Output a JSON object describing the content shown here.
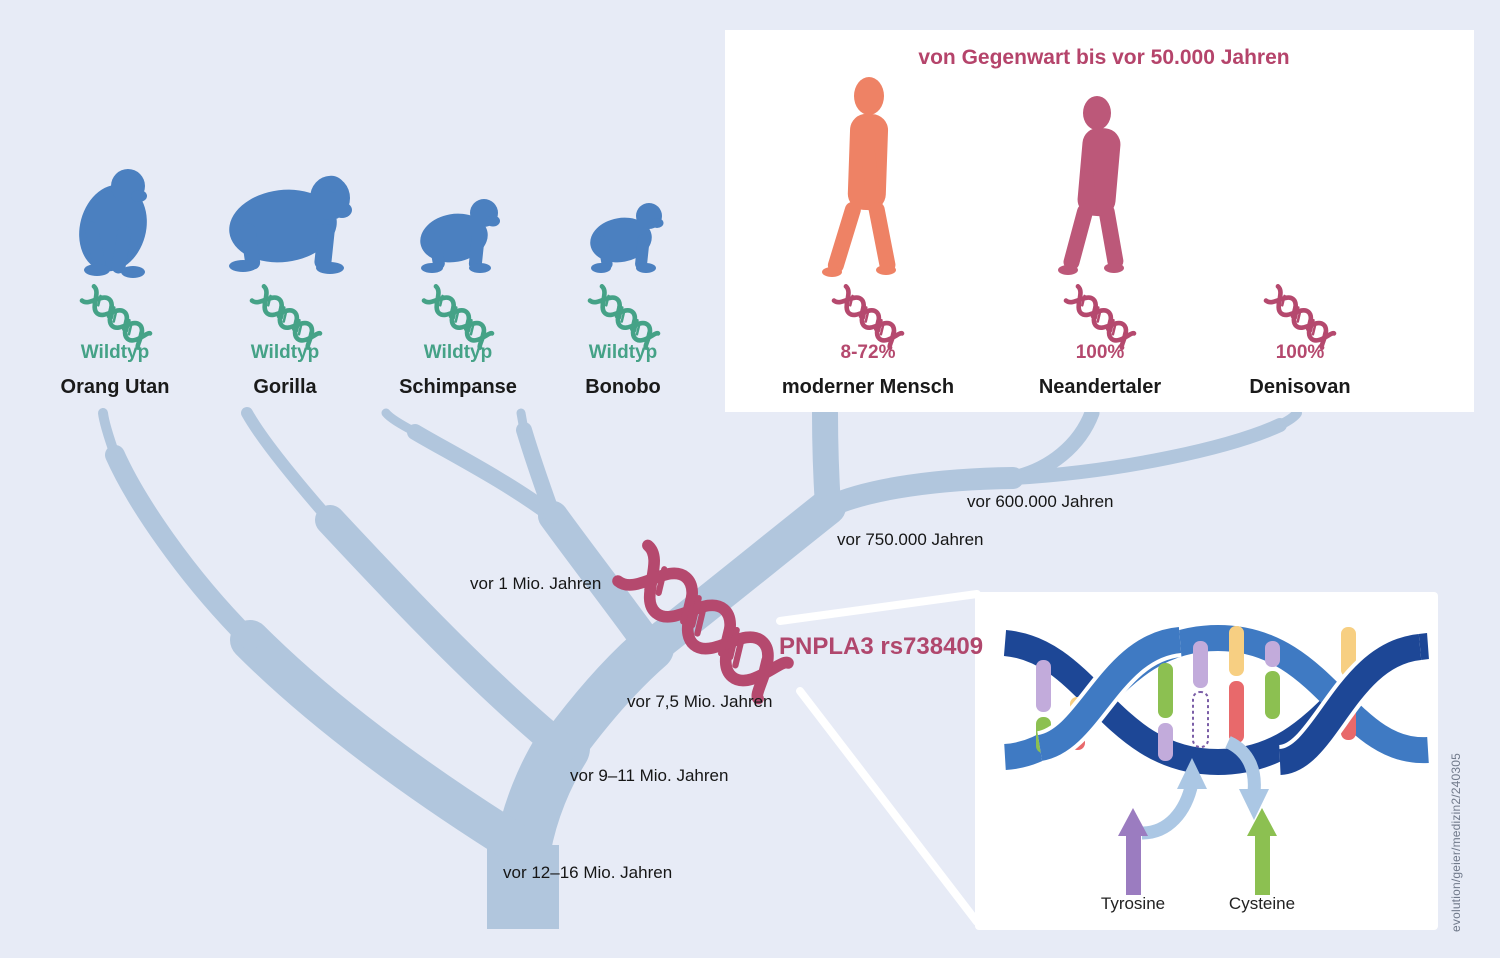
{
  "palette": {
    "background": "#e7ebf6",
    "tree_branch": "#b1c6dd",
    "ape_blue": "#4b80c0",
    "wildtype_green": "#45a287",
    "variant_pink": "#b5496e",
    "modern_human_orange": "#ee8265",
    "neanderthal_rose": "#bc5879",
    "panel_white": "#ffffff",
    "helix_dark_blue": "#1d4796",
    "helix_light_blue": "#3f7ac3",
    "base_lavender": "#c2abdb",
    "base_green": "#8cc051",
    "base_yellow": "#f7cf82",
    "base_red": "#e8696b",
    "arrow_light_blue": "#abc7e4",
    "tyrosine_purple": "#9b7cc0",
    "cysteine_green": "#8cc051",
    "credit_gray": "#70798a"
  },
  "apes": [
    {
      "name": "Orang Utan",
      "variant": "Wildtyp"
    },
    {
      "name": "Gorilla",
      "variant": "Wildtyp"
    },
    {
      "name": "Schimpanse",
      "variant": "Wildtyp"
    },
    {
      "name": "Bonobo",
      "variant": "Wildtyp"
    }
  ],
  "hominins": {
    "panel_title": "von Gegenwart bis vor 50.000 Jahren",
    "items": [
      {
        "name": "moderner Mensch",
        "frequency": "8-72%"
      },
      {
        "name": "Neandertaler",
        "frequency": "100%"
      },
      {
        "name": "Denisovan",
        "frequency": "100%"
      }
    ]
  },
  "tree_labels": [
    {
      "text": "vor 600.000 Jahren"
    },
    {
      "text": "vor 750.000 Jahren"
    },
    {
      "text": "vor 1 Mio. Jahren"
    },
    {
      "text": "vor 7,5 Mio. Jahren"
    },
    {
      "text": "vor 9–11 Mio. Jahren"
    },
    {
      "text": "vor 12–16 Mio. Jahren"
    }
  ],
  "gene": {
    "label": "PNPLA3 rs738409"
  },
  "mutation": {
    "from": "Tyrosine",
    "to": "Cysteine"
  },
  "credit": "evolution/geier/medizin2/240305"
}
